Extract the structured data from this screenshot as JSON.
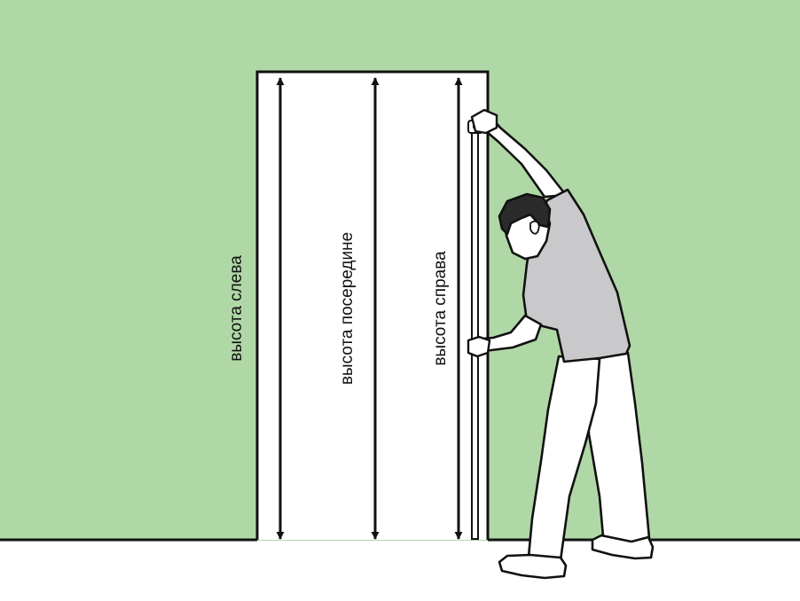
{
  "labels": {
    "left": "высота слева",
    "middle": "высота посередине",
    "right": "высота справа"
  },
  "colors": {
    "wall": "#b0d8a6",
    "floor": "#ffffff",
    "line": "#111111",
    "shirt": "#c9c9cb",
    "skin": "#ffffff",
    "hair": "#2b2b2b"
  }
}
